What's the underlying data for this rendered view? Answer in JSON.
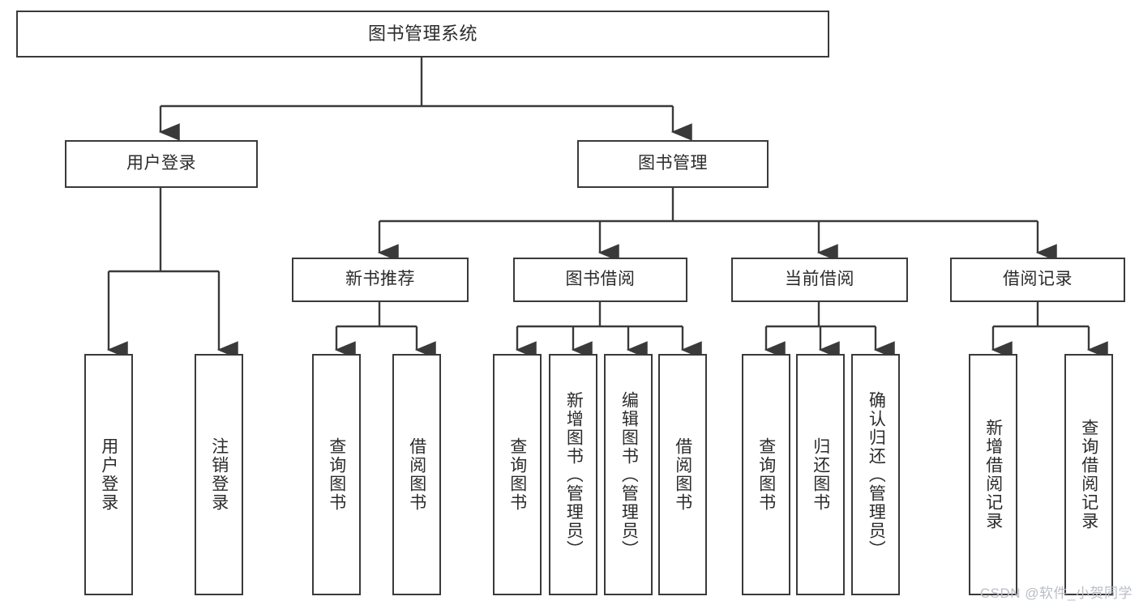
{
  "diagram": {
    "title": "图书管理系统",
    "type": "tree",
    "root": {
      "label": "图书管理系统"
    },
    "level2": [
      {
        "label": "用户登录"
      },
      {
        "label": "图书管理"
      }
    ],
    "level3": [
      {
        "label": "新书推荐"
      },
      {
        "label": "图书借阅"
      },
      {
        "label": "当前借阅"
      },
      {
        "label": "借阅记录"
      }
    ],
    "leaves": {
      "user_login": [
        {
          "label": "用户登录"
        },
        {
          "label": "注销登录"
        }
      ],
      "new_book_recommend": [
        {
          "label": "查询图书"
        },
        {
          "label": "借阅图书"
        }
      ],
      "book_borrow": [
        {
          "label": "查询图书"
        },
        {
          "label": "新增图书（管理员）"
        },
        {
          "label": "编辑图书（管理员）"
        },
        {
          "label": "借阅图书"
        }
      ],
      "current_borrow": [
        {
          "label": "查询图书"
        },
        {
          "label": "归还图书"
        },
        {
          "label": "确认归还（管理员）"
        }
      ],
      "borrow_record": [
        {
          "label": "新增借阅记录"
        },
        {
          "label": "查询借阅记录"
        }
      ]
    }
  },
  "watermark": {
    "text": "CSDN @软件_小贺同学"
  },
  "colors": {
    "stroke": "#3a3a3a",
    "background": "#ffffff",
    "text": "#2b2b2b",
    "watermark": "#b9bdc4"
  }
}
